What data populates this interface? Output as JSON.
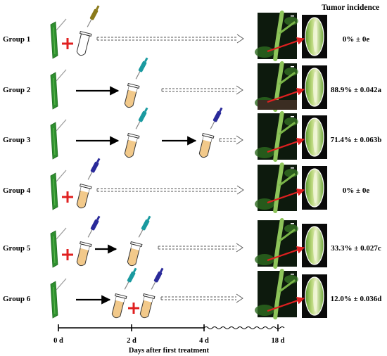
{
  "header": {
    "title": "Tumor incidence"
  },
  "groups": [
    {
      "label": "Group 1",
      "incidence": "0% ± 0e"
    },
    {
      "label": "Group 2",
      "incidence": "88.9% ± 0.042a"
    },
    {
      "label": "Group 3",
      "incidence": "71.4% ± 0.063b"
    },
    {
      "label": "Group 4",
      "incidence": "0% ± 0e"
    },
    {
      "label": "Group 5",
      "incidence": "33.3% ± 0.027c"
    },
    {
      "label": "Group 6",
      "incidence": "12.0% ± 0.036d"
    }
  ],
  "timeline": {
    "ticks": [
      "0 d",
      "2 d",
      "4 d",
      "18 d"
    ],
    "axis_label": "Days after first treatment"
  },
  "colors": {
    "stem_green": "#2f8f2f",
    "plus_red": "#e02020",
    "arrow_red": "#e02020",
    "tube_fill": "#f2c98a",
    "pipette_olive": "#8b7a1a",
    "pipette_teal": "#1a9aa0",
    "pipette_navy": "#2a2a9a",
    "photo_dark": "#0d1a0d"
  },
  "icons": [
    "stem-icon",
    "plus-icon",
    "tube-icon",
    "pipette-icon",
    "arrow-icon",
    "dashed-arrow-icon"
  ]
}
